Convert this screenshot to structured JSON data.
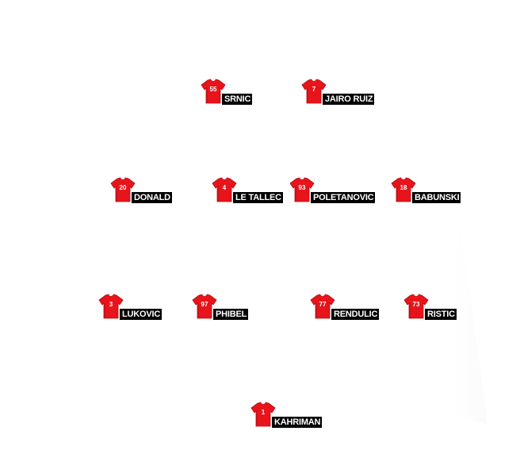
{
  "colors": {
    "shirt": "#e8141b",
    "shirt_dark": "#b30d12",
    "shirt_collar": "#ffffff",
    "name_bg": "#000000",
    "name_text": "#ffffff"
  },
  "icons": {
    "shirt": "jersey-icon"
  },
  "formation": {
    "forwards": [
      {
        "number": "55",
        "name": "SRNIC"
      },
      {
        "number": "7",
        "name": "JAIRO RUIZ"
      }
    ],
    "midfielders": [
      {
        "number": "20",
        "name": "DONALD"
      },
      {
        "number": "4",
        "name": "LE TALLEC"
      },
      {
        "number": "93",
        "name": "POLETANOVIC"
      },
      {
        "number": "18",
        "name": "BABUNSKI"
      }
    ],
    "defenders": [
      {
        "number": "3",
        "name": "LUKOVIC"
      },
      {
        "number": "97",
        "name": "PHIBEL"
      },
      {
        "number": "77",
        "name": "RENDULIC"
      },
      {
        "number": "73",
        "name": "RISTIC"
      }
    ],
    "goalkeeper": [
      {
        "number": "1",
        "name": "KAHRIMAN"
      }
    ]
  }
}
